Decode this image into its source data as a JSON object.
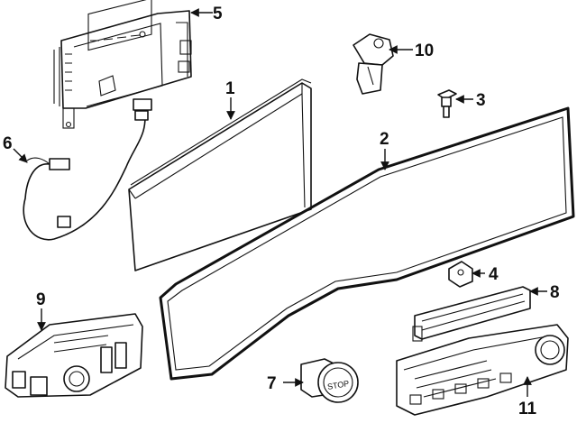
{
  "callouts": {
    "p1": "1",
    "p2": "2",
    "p3": "3",
    "p4": "4",
    "p5": "5",
    "p6": "6",
    "p7": "7",
    "p8": "8",
    "p9": "9",
    "p10": "10",
    "p11": "11"
  },
  "button_text": "STOP"
}
